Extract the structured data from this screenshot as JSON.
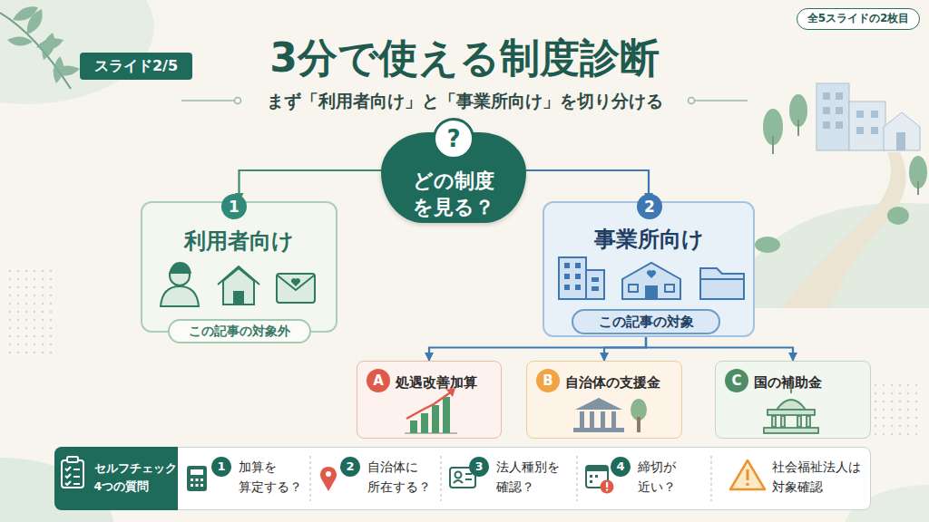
{
  "diagram": {
    "title": "3分で使える制度診断",
    "nodes": [
      {
        "text": [
          "?",
          "どの制度 を見る？"
        ]
      },
      {
        "text": [
          "1",
          "利用者向け"
        ]
      },
      {
        "text": [
          "この記事の対象外"
        ],
        "in": 1
      },
      {
        "text": [
          "2",
          "事業所向け"
        ]
      },
      {
        "text": [
          "この記事の対象"
        ],
        "in": 3
      },
      {
        "text": [
          "A",
          "処遇改善加算"
        ]
      },
      {
        "text": [
          "B",
          "自治体の支援金"
        ]
      },
      {
        "text": [
          "C",
          "国の補助金"
        ]
      },
      {
        "text": [
          "1",
          "加算を 算定する？",
          "2",
          "自治体に 所在する？",
          "3",
          "法人種別を 確認？",
          "4",
          "締切が 近い？",
          "社会福祉法人は 対象確認"
        ]
      },
      {
        "text": [
          "セルフチェック 4つの質問"
        ],
        "in": 8
      }
    ],
    "edges": [
      {
        "from": 0,
        "to": 1,
        "arrow": "to"
      },
      {
        "from": 0,
        "to": 3,
        "arrow": "to"
      },
      {
        "from": 4,
        "to": 5,
        "arrow": "to"
      },
      {
        "from": 4,
        "to": 6,
        "arrow": "to"
      },
      {
        "from": 4,
        "to": 7,
        "arrow": "to"
      }
    ],
    "labels": [
      "スライド2/5",
      "全5スライドの2枚目",
      "まず「利用者向け」と「事業所向け」を切り分ける"
    ]
  }
}
